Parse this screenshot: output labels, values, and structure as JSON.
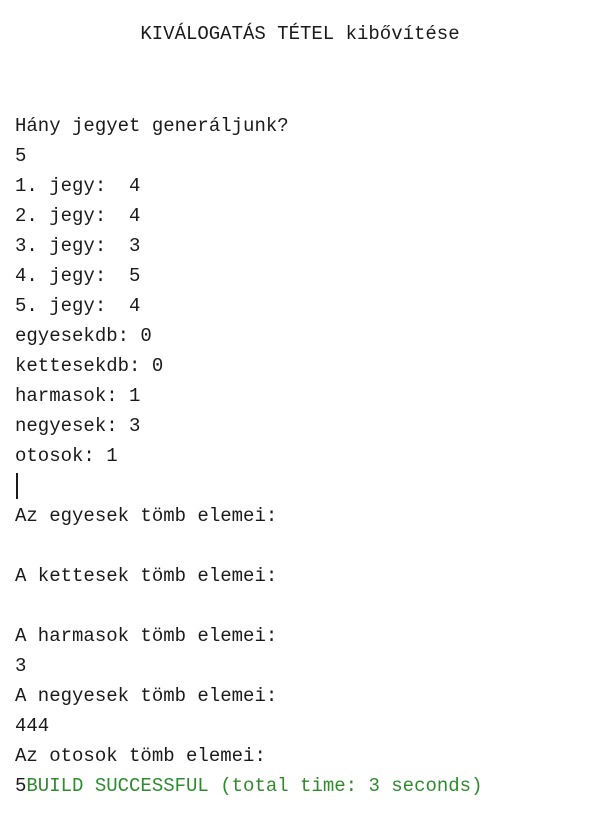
{
  "console": {
    "title": "KIVÁLOGATÁS TÉTEL kibővítése",
    "lines": [
      "Hány jegyet generáljunk?",
      "5",
      "1. jegy:  4",
      "2. jegy:  4",
      "3. jegy:  3",
      "4. jegy:  5",
      "5. jegy:  4",
      "egyesekdb: 0",
      "kettesekdb: 0",
      "harmasok: 1",
      "negyesek: 3",
      "otosok: 1",
      "",
      "Az egyesek tömb elemei:",
      "",
      "A kettesek tömb elemei:",
      "",
      "A harmasok tömb elemei:",
      "3",
      "A negyesek tömb elemei:",
      "444",
      "Az otosok tömb elemei:"
    ],
    "last_line_prefix": "5",
    "build_status": "BUILD SUCCESSFUL (total time: 3 seconds)",
    "colors": {
      "text": "#1a1a1a",
      "success": "#2e8b2e",
      "background": "#ffffff"
    }
  }
}
